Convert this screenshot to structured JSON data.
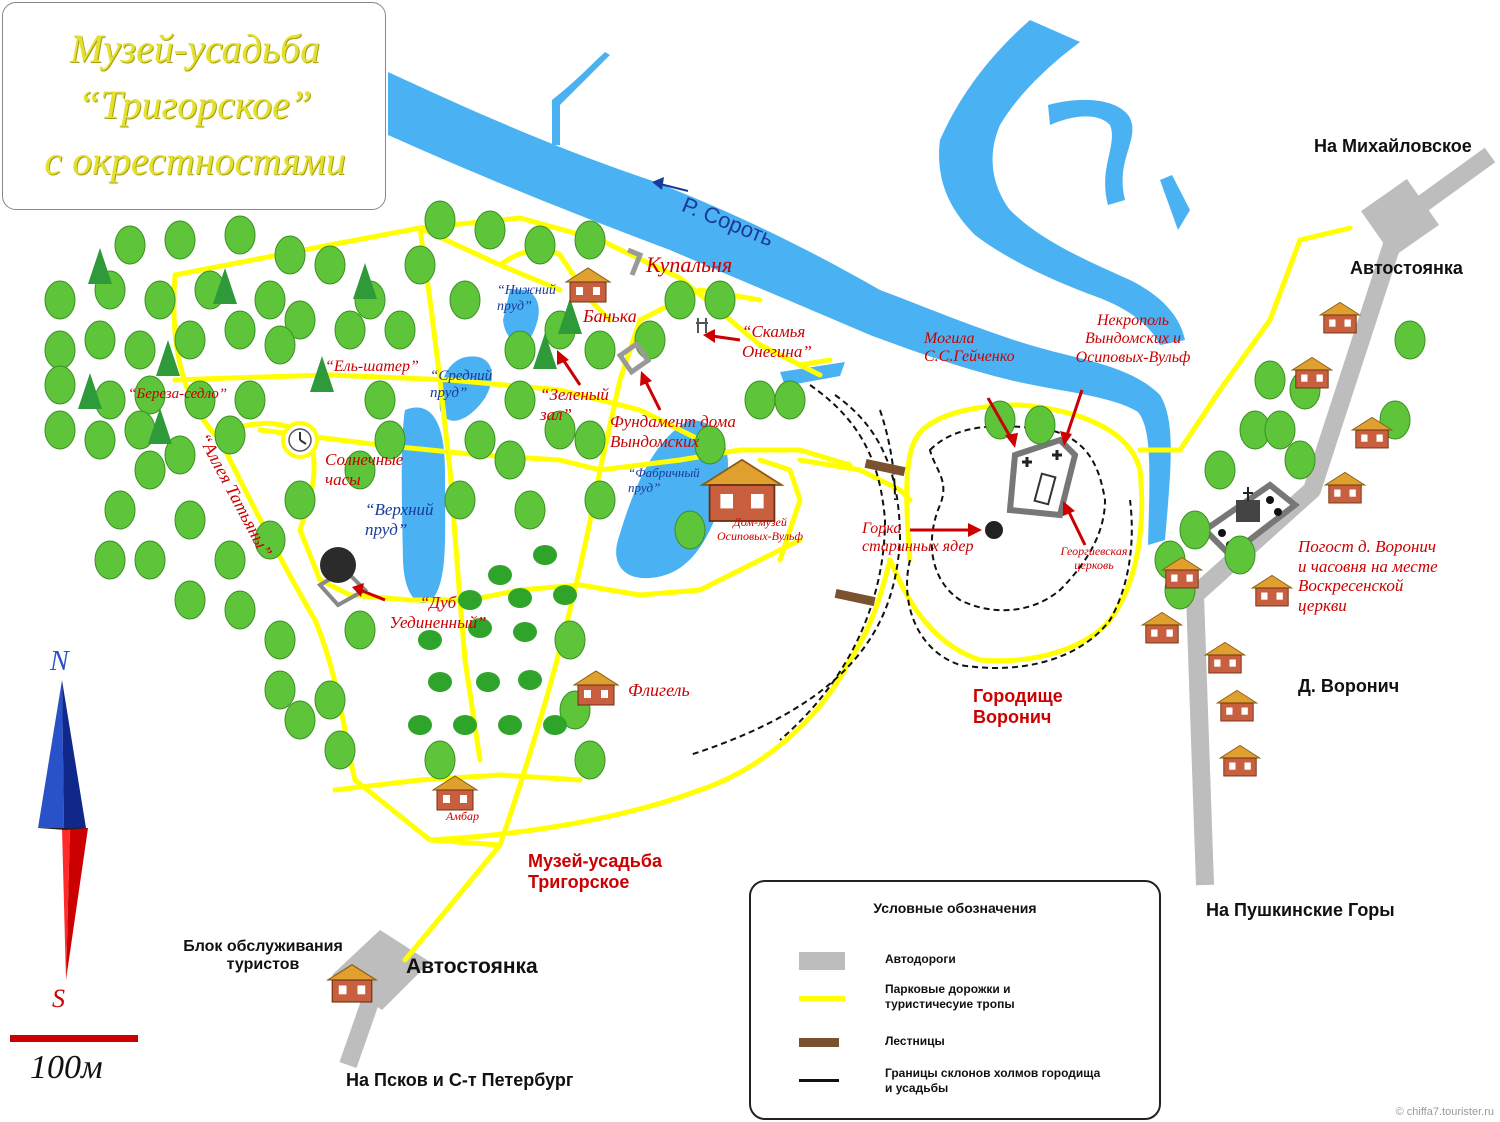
{
  "title": {
    "line1": "Музей-усадьба",
    "line2": "“Тригорское”",
    "line3": "с окрестностями"
  },
  "colors": {
    "river": "#4ab2f2",
    "path": "#ffff00",
    "road": "#bdbdbd",
    "tree": "#5ec43a",
    "conifer": "#2f9a3a",
    "label_red": "#cc0000",
    "label_blue": "#1a3a9a",
    "stairs": "#7a5230"
  },
  "labels": {
    "river_name": "Р. Сороть",
    "kupalnya": "Купальня",
    "nizhny_prud": "“Нижний пруд”",
    "banka": "Банька",
    "skamya": "“Скамья Онегина”",
    "el_shater": "“Ель-шатер”",
    "sredny_prud": "“Средний пруд”",
    "zeleny_zal": "“Зеленый зал”",
    "fundament": "Фундамент дома Вындомских",
    "bereza": "“Береза-седло”",
    "solnechnye": "Солнечные часы",
    "alleya": "“Аллея Татьяны”",
    "verkhny_prud": "“Верхний пруд”",
    "fabrichny_prud": "“Фабричный пруд”",
    "dom_muzei": "Дом-музей Осиповых-Вульф",
    "dub": "“Дуб Уединенный”",
    "fligel": "Флигель",
    "ambar": "Амбар",
    "mogila": "Могила С.С.Гейченко",
    "nekropol": "Некрополь Вындомских и Осиповых-Вульф",
    "gorka": "Горка старинных ядер",
    "georg": "Георгиевская церковь",
    "gorodishche": "Городище Воронич",
    "museum": "Музей-усадьба Тригорское",
    "na_mikh": "На Михайловское",
    "avtostoyanka_ne": "Автостоянка",
    "pogost": "Погост д. Воронич и часовня на месте Воскресенской церкви",
    "d_voronich": "Д. Воронич",
    "na_pushk": "На Пушкинские Горы",
    "blok": "Блок обслуживания туристов",
    "avtostoyanka_sw": "Автостоянка",
    "na_pskov": "На Псков и С-т Петербург"
  },
  "compass": {
    "north": "N",
    "south": "S"
  },
  "scale": {
    "label": "100м"
  },
  "legend": {
    "title": "Условные обозначения",
    "items": [
      {
        "label": "Автодороги"
      },
      {
        "label": "Парковые дорожки и туристичесуие тропы"
      },
      {
        "label": "Лестницы"
      },
      {
        "label": "Границы склонов холмов городища и усадьбы"
      }
    ]
  },
  "credit": "© chiffa7.tourister.ru"
}
